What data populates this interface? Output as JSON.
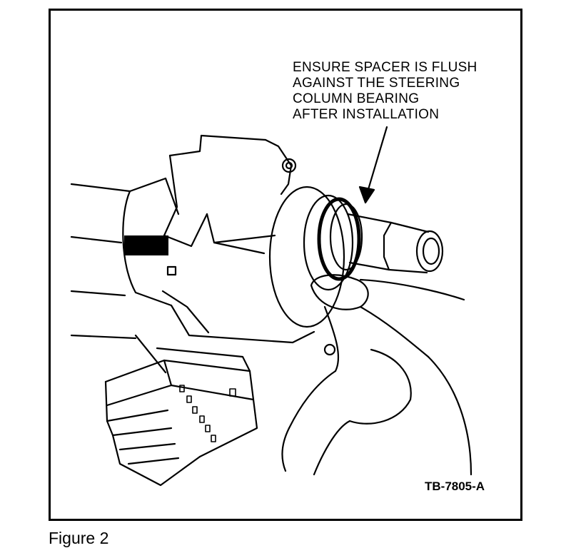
{
  "figure": {
    "callout_text": "ENSURE SPACER IS FLUSH\nAGAINST THE STEERING\nCOLUMN BEARING\nAFTER INSTALLATION",
    "drawing_code": "TB-7805-A",
    "caption": "Figure 2"
  },
  "colors": {
    "ink": "#000000",
    "paper": "#ffffff"
  }
}
